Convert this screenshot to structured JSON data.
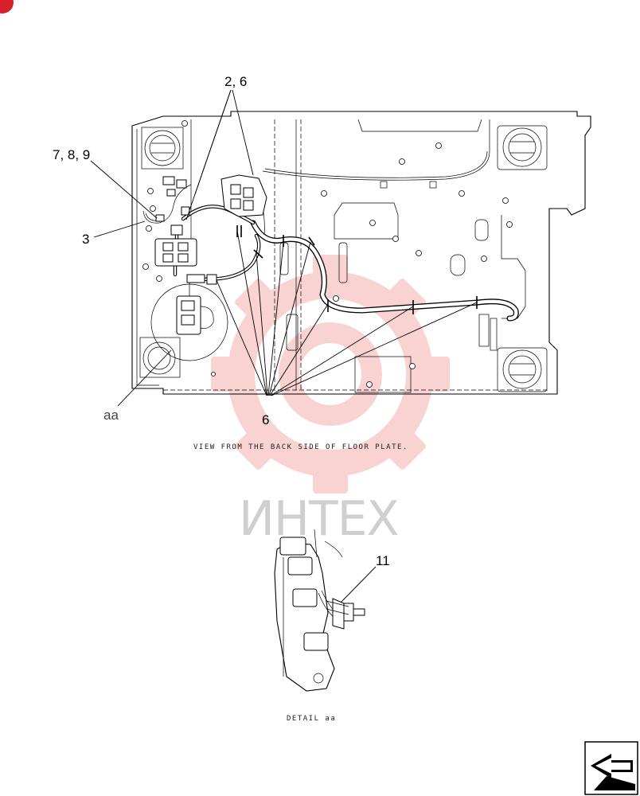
{
  "callouts": {
    "c_2_6": "2, 6",
    "c_7_8_9": "7, 8, 9",
    "c_3": "3",
    "c_6": "6",
    "c_aa": "aa",
    "c_11": "11"
  },
  "captions": {
    "main_view": "VIEW FROM THE BACK SIDE OF FLOOR PLATE.",
    "detail": "DETAIL aa"
  },
  "watermark": {
    "text": "ИНТЕХ",
    "color": "#f2a0a0"
  },
  "icons": {
    "corner_logo": "red-badge-icon",
    "nav": "arrow-left-icon"
  }
}
